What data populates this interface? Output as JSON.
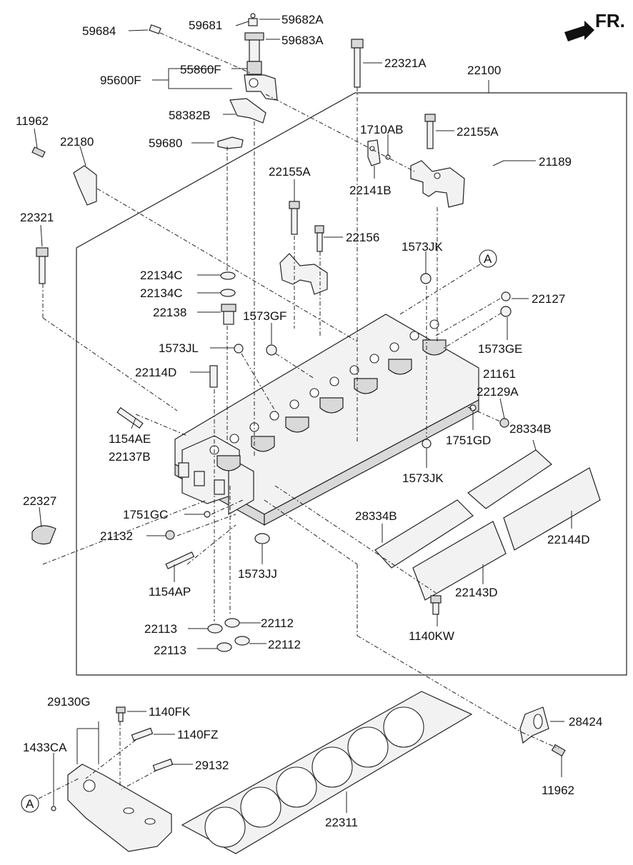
{
  "direction": "FR.",
  "callout_marker": "A",
  "labels": {
    "p59684": "59684",
    "p59681": "59681",
    "p59682A": "59682A",
    "p59683A": "59683A",
    "p95600F": "95600F",
    "p55860F": "55860F",
    "p22321A": "22321A",
    "p22100": "22100",
    "p11962_top": "11962",
    "p22180": "22180",
    "p58382B": "58382B",
    "p59680": "59680",
    "p1710AB": "1710AB",
    "p22155A_right": "22155A",
    "p22141B": "22141B",
    "p21189": "21189",
    "p22155A_mid": "22155A",
    "p22321": "22321",
    "p22156": "22156",
    "p1573JK_top": "1573JK",
    "p22134C_1": "22134C",
    "p22134C_2": "22134C",
    "p22138": "22138",
    "p1573GF": "1573GF",
    "p22127": "22127",
    "p1573GE": "1573GE",
    "p1573JL": "1573JL",
    "p22114D": "22114D",
    "p21161": "21161",
    "p22129A": "22129A",
    "p1154AE": "1154AE",
    "p22137B": "22137B",
    "p28334B_right": "28334B",
    "p1751GD": "1751GD",
    "p1573JK_bot": "1573JK",
    "p22327": "22327",
    "p1751GC": "1751GC",
    "p28334B_mid": "28334B",
    "p22144D": "22144D",
    "p21132": "21132",
    "p1573JJ": "1573JJ",
    "p1154AP": "1154AP",
    "p22143D": "22143D",
    "p22113_1": "22113",
    "p22112_1": "22112",
    "p22113_2": "22113",
    "p22112_2": "22112",
    "p1140KW": "1140KW",
    "p29130G": "29130G",
    "p1140FK": "1140FK",
    "p1140FZ": "1140FZ",
    "p1433CA": "1433CA",
    "p29132": "29132",
    "p28424": "28424",
    "p11962_bot": "11962",
    "p22311": "22311"
  }
}
